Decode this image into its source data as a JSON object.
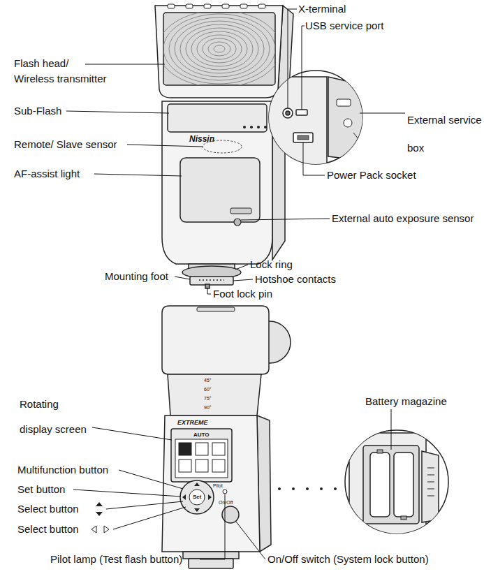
{
  "diagram": {
    "labels": [
      "Flash head/ Wireless transmitter",
      "Sub-Flash",
      "Remote/ Slave sensor",
      "AF-assist light",
      "X-terminal",
      "USB service port",
      "External service box",
      "Power Pack socket",
      "External auto exposure sensor",
      "Lock ring",
      "Mounting foot",
      "Hotshoe contacts",
      "Foot lock pin",
      "Nissin",
      "Rotating display screen",
      "Multifunction button",
      "Set button",
      "Select button",
      "Select button",
      "Pilot lamp (Test flash button)",
      "On/Off switch (System lock button)",
      "Battery magazine",
      "45°",
      "60°",
      "75°",
      "90°",
      "EXTREME",
      "AUTO",
      "Set",
      "Pilot",
      "On/Off"
    ]
  }
}
